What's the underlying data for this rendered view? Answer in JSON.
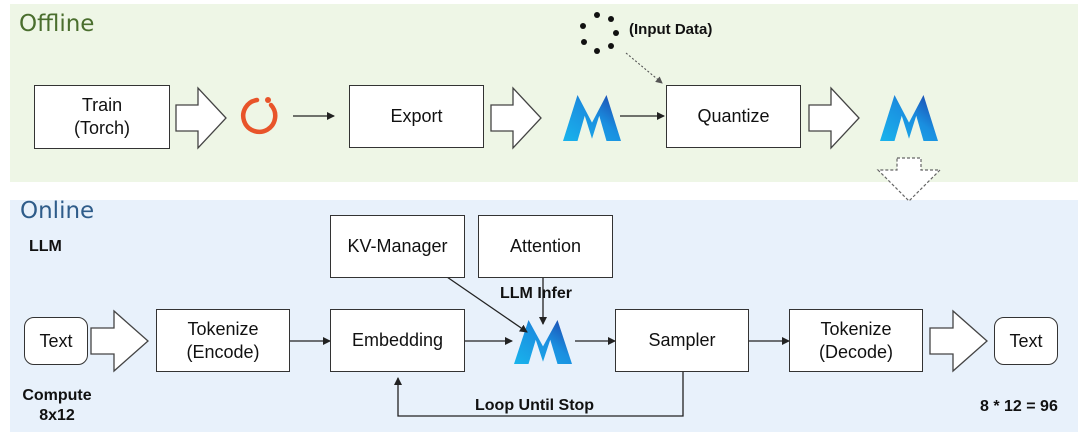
{
  "sections": {
    "offline": "Offline",
    "online": "Online"
  },
  "offline": {
    "input_data": "(Input Data)",
    "train": "Train\n(Torch)",
    "export": "Export",
    "quantize": "Quantize",
    "icons": [
      "pytorch-logo-icon",
      "model-logo-icon",
      "dataset-dots-icon"
    ]
  },
  "online": {
    "llm": "LLM",
    "text_in": "Text",
    "tokenize_encode": "Tokenize\n(Encode)",
    "embedding": "Embedding",
    "kv_manager": "KV-Manager",
    "attention": "Attention",
    "llm_infer": "LLM Infer",
    "sampler": "Sampler",
    "tokenize_decode": "Tokenize\n(Decode)",
    "text_out": "Text",
    "loop": "Loop Until Stop",
    "compute": "Compute\n8x12",
    "equation": "8 * 12 = 96"
  },
  "colors": {
    "offline_bg": "#eef6e6",
    "online_bg": "#e8f1fb",
    "offline_title": "#4a6e2e",
    "online_title": "#2e5c8a",
    "pytorch_orange": "#e8542a",
    "model_blue": "#1aa7e8",
    "model_navy": "#1d3fa8"
  }
}
